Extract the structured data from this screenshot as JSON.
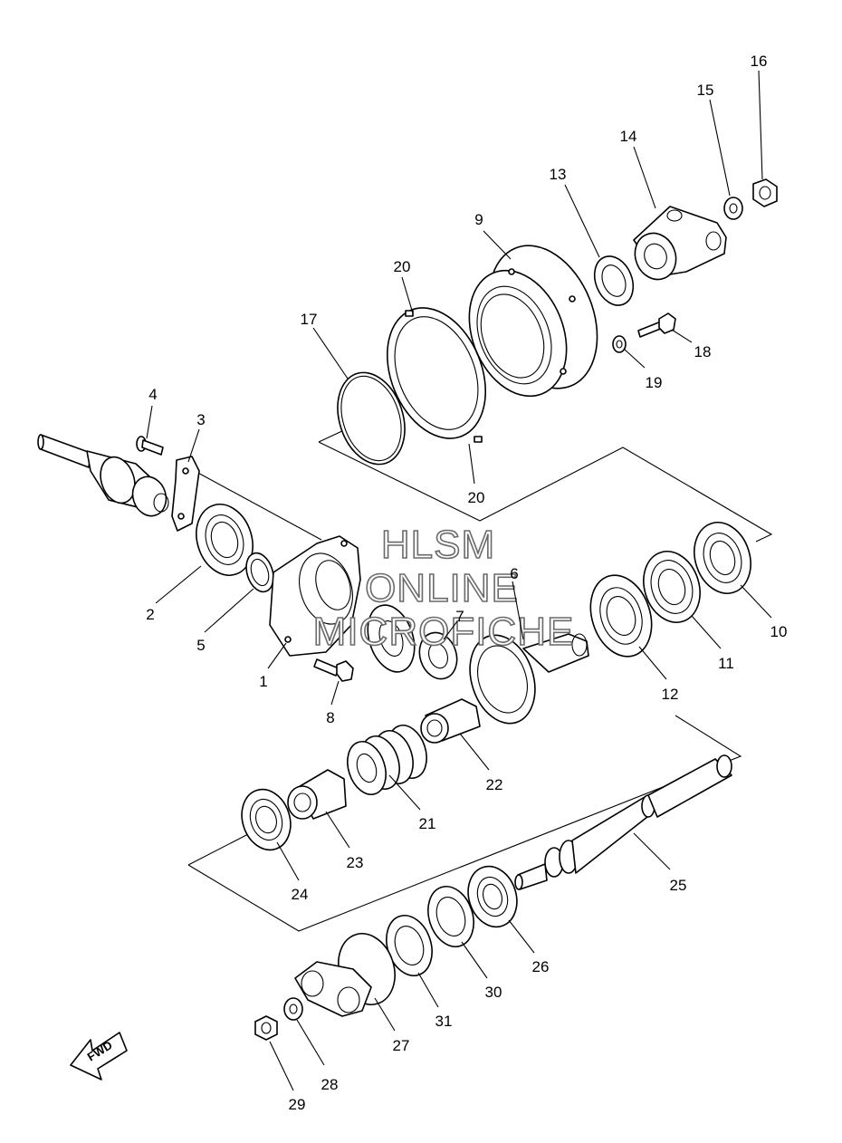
{
  "watermark": [
    "HLSM",
    "ONLINE",
    "MICROFICHE"
  ],
  "direction_label": "FWD",
  "callouts": [
    {
      "n": "1"
    },
    {
      "n": "2"
    },
    {
      "n": "3"
    },
    {
      "n": "4"
    },
    {
      "n": "5"
    },
    {
      "n": "6"
    },
    {
      "n": "7"
    },
    {
      "n": "8"
    },
    {
      "n": "9"
    },
    {
      "n": "10"
    },
    {
      "n": "11"
    },
    {
      "n": "12"
    },
    {
      "n": "13"
    },
    {
      "n": "14"
    },
    {
      "n": "15"
    },
    {
      "n": "16"
    },
    {
      "n": "17"
    },
    {
      "n": "18"
    },
    {
      "n": "19"
    },
    {
      "n": "20"
    },
    {
      "n": "20"
    },
    {
      "n": "21"
    },
    {
      "n": "22"
    },
    {
      "n": "23"
    },
    {
      "n": "24"
    },
    {
      "n": "25"
    },
    {
      "n": "26"
    },
    {
      "n": "27"
    },
    {
      "n": "28"
    },
    {
      "n": "29"
    },
    {
      "n": "30"
    },
    {
      "n": "31"
    }
  ]
}
